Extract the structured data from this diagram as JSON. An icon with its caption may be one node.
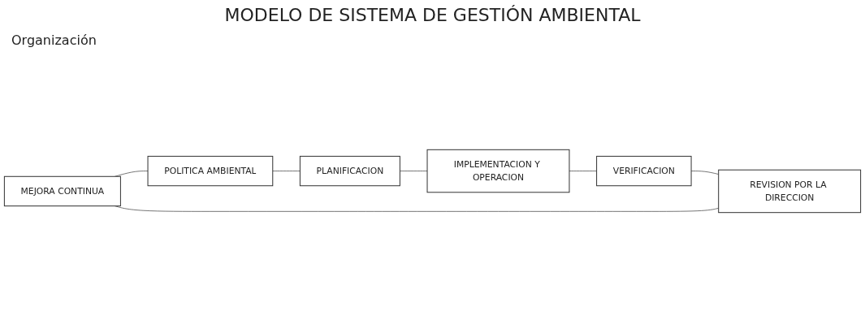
{
  "diagram": {
    "title": "MODELO DE SISTEMA DE GESTIÓN AMBIENTAL",
    "nodes": [
      {
        "text": [
          "MEJORA CONTINUA"
        ]
      },
      {
        "text": [
          "POLITICA AMBIENTAL"
        ]
      },
      {
        "text": [
          "REVISION POR LA DIRECCION"
        ]
      },
      {
        "text": [
          "PLANIFICACION"
        ]
      },
      {
        "text": [
          "VERIFICACION"
        ]
      },
      {
        "text": [
          "IMPLEMENTACION Y OPERACION"
        ]
      }
    ],
    "edges": [
      {
        "from": 0,
        "to": 1,
        "arrow": "none"
      },
      {
        "from": 1,
        "to": 3,
        "arrow": "none"
      },
      {
        "from": 3,
        "to": 5,
        "arrow": "none"
      },
      {
        "from": 5,
        "to": 4,
        "arrow": "none"
      },
      {
        "from": 4,
        "to": 2,
        "arrow": "none"
      },
      {
        "from": 2,
        "to": 0,
        "arrow": "none"
      }
    ],
    "labels": [
      "Organización"
    ]
  }
}
